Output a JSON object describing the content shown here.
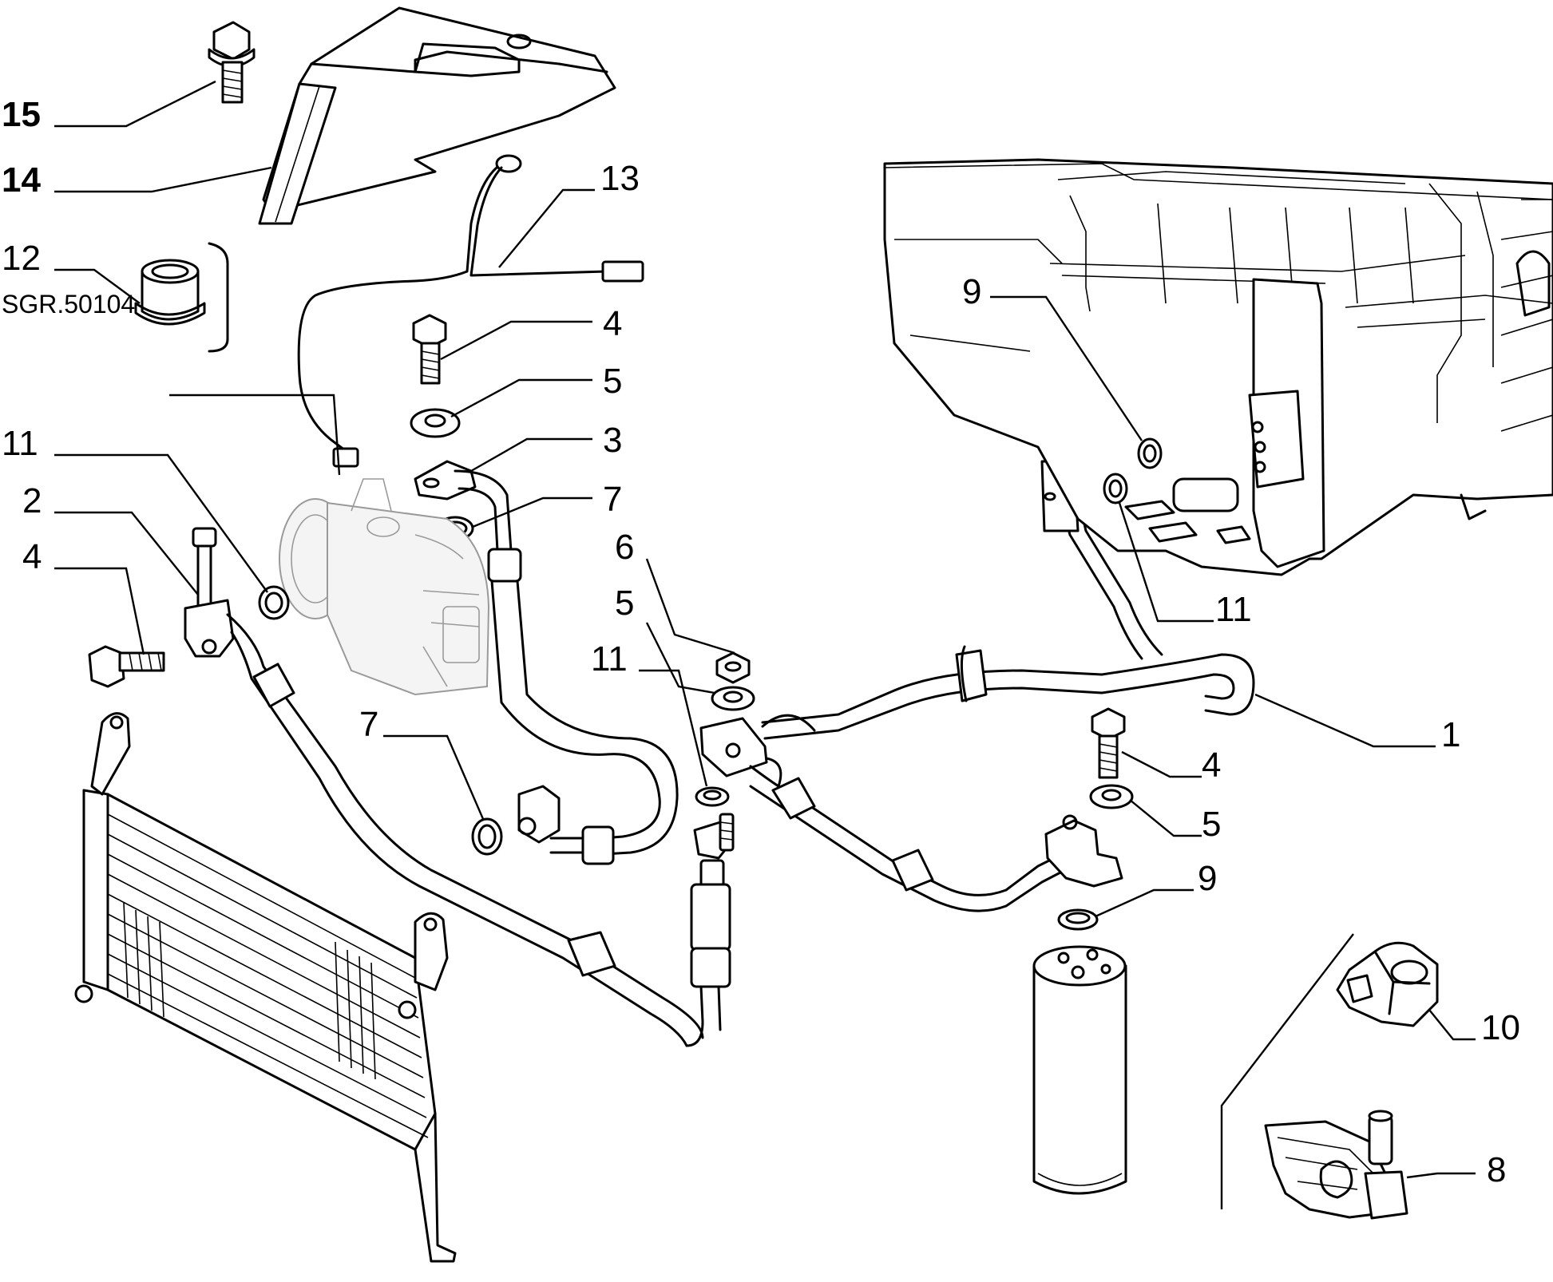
{
  "diagram": {
    "group_code": "SGR.50104",
    "callouts": [
      {
        "id": "c15",
        "text": "15"
      },
      {
        "id": "c14",
        "text": "14"
      },
      {
        "id": "c12",
        "text": "12"
      },
      {
        "id": "c13",
        "text": "13"
      },
      {
        "id": "c4a",
        "text": "4"
      },
      {
        "id": "c5a",
        "text": "5"
      },
      {
        "id": "c3",
        "text": "3"
      },
      {
        "id": "c7a",
        "text": "7"
      },
      {
        "id": "c11a",
        "text": "11"
      },
      {
        "id": "c2",
        "text": "2"
      },
      {
        "id": "c4b",
        "text": "4"
      },
      {
        "id": "c6",
        "text": "6"
      },
      {
        "id": "c5b",
        "text": "5"
      },
      {
        "id": "c11b",
        "text": "11"
      },
      {
        "id": "c7b",
        "text": "7"
      },
      {
        "id": "c9a",
        "text": "9"
      },
      {
        "id": "c11c",
        "text": "11"
      },
      {
        "id": "c1",
        "text": "1"
      },
      {
        "id": "c4c",
        "text": "4"
      },
      {
        "id": "c5c",
        "text": "5"
      },
      {
        "id": "c9b",
        "text": "9"
      },
      {
        "id": "c10",
        "text": "10"
      },
      {
        "id": "c8",
        "text": "8"
      }
    ]
  }
}
